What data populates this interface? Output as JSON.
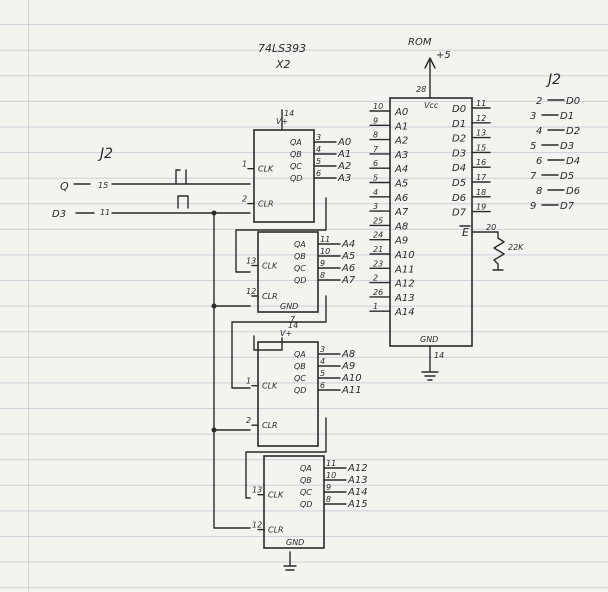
{
  "diagram": {
    "counter_part": "74LS393",
    "counter_qty": "X2",
    "connector": "J2",
    "rom": {
      "title": "ROM",
      "supply": "+5",
      "vcc_pin": "28",
      "vcc": "Vcc",
      "gnd": "GND",
      "gnd_pin": "14",
      "enable": "E",
      "enable_pin": "20",
      "resistor": "22K",
      "address_pins": [
        {
          "pin": "10",
          "name": "A0"
        },
        {
          "pin": "9",
          "name": "A1"
        },
        {
          "pin": "8",
          "name": "A2"
        },
        {
          "pin": "7",
          "name": "A3"
        },
        {
          "pin": "6",
          "name": "A4"
        },
        {
          "pin": "5",
          "name": "A5"
        },
        {
          "pin": "4",
          "name": "A6"
        },
        {
          "pin": "3",
          "name": "A7"
        },
        {
          "pin": "25",
          "name": "A8"
        },
        {
          "pin": "24",
          "name": "A9"
        },
        {
          "pin": "21",
          "name": "A10"
        },
        {
          "pin": "23",
          "name": "A11"
        },
        {
          "pin": "2",
          "name": "A12"
        },
        {
          "pin": "26",
          "name": "A13"
        },
        {
          "pin": "1",
          "name": "A14"
        }
      ],
      "data_pins": [
        {
          "pin": "11",
          "name": "D0"
        },
        {
          "pin": "12",
          "name": "D1"
        },
        {
          "pin": "13",
          "name": "D2"
        },
        {
          "pin": "15",
          "name": "D3"
        },
        {
          "pin": "16",
          "name": "D4"
        },
        {
          "pin": "17",
          "name": "D5"
        },
        {
          "pin": "18",
          "name": "D6"
        },
        {
          "pin": "19",
          "name": "D7"
        }
      ]
    },
    "j2_data": [
      {
        "pin": "2",
        "name": "D0"
      },
      {
        "pin": "3",
        "name": "D1"
      },
      {
        "pin": "4",
        "name": "D2"
      },
      {
        "pin": "5",
        "name": "D3"
      },
      {
        "pin": "6",
        "name": "D4"
      },
      {
        "pin": "7",
        "name": "D5"
      },
      {
        "pin": "8",
        "name": "D6"
      },
      {
        "pin": "9",
        "name": "D7"
      }
    ],
    "inputs": [
      {
        "name": "Q",
        "pin": "15"
      },
      {
        "name": "D3",
        "pin": "11"
      }
    ],
    "counters": [
      {
        "vcc": "V+",
        "vcc_pin": "14",
        "clk": "CLK",
        "clk_pin": "1",
        "clr": "CLR",
        "clr_pin": "2",
        "outputs": [
          {
            "q": "QA",
            "pin": "3",
            "sig": "A0"
          },
          {
            "q": "QB",
            "pin": "4",
            "sig": "A1"
          },
          {
            "q": "QC",
            "pin": "5",
            "sig": "A2"
          },
          {
            "q": "QD",
            "pin": "6",
            "sig": "A3"
          }
        ]
      },
      {
        "clk": "CLK",
        "clk_pin": "13",
        "clr": "CLR",
        "clr_pin": "12",
        "gnd": "GND",
        "gnd_pin": "7",
        "outputs": [
          {
            "q": "QA",
            "pin": "11",
            "sig": "A4"
          },
          {
            "q": "QB",
            "pin": "10",
            "sig": "A5"
          },
          {
            "q": "QC",
            "pin": "9",
            "sig": "A6"
          },
          {
            "q": "QD",
            "pin": "8",
            "sig": "A7"
          }
        ]
      },
      {
        "vcc": "V+",
        "vcc_pin": "14",
        "clk": "CLK",
        "clk_pin": "1",
        "clr": "CLR",
        "clr_pin": "2",
        "outputs": [
          {
            "q": "QA",
            "pin": "3",
            "sig": "A8"
          },
          {
            "q": "QB",
            "pin": "4",
            "sig": "A9"
          },
          {
            "q": "QC",
            "pin": "5",
            "sig": "A10"
          },
          {
            "q": "QD",
            "pin": "6",
            "sig": "A11"
          }
        ]
      },
      {
        "clk": "CLK",
        "clk_pin": "13",
        "clr": "CLR",
        "clr_pin": "12",
        "gnd": "GND",
        "outputs": [
          {
            "q": "QA",
            "pin": "11",
            "sig": "A12"
          },
          {
            "q": "QB",
            "pin": "10",
            "sig": "A13"
          },
          {
            "q": "QC",
            "pin": "9",
            "sig": "A14"
          },
          {
            "q": "QD",
            "pin": "8",
            "sig": "A15"
          }
        ]
      }
    ]
  }
}
